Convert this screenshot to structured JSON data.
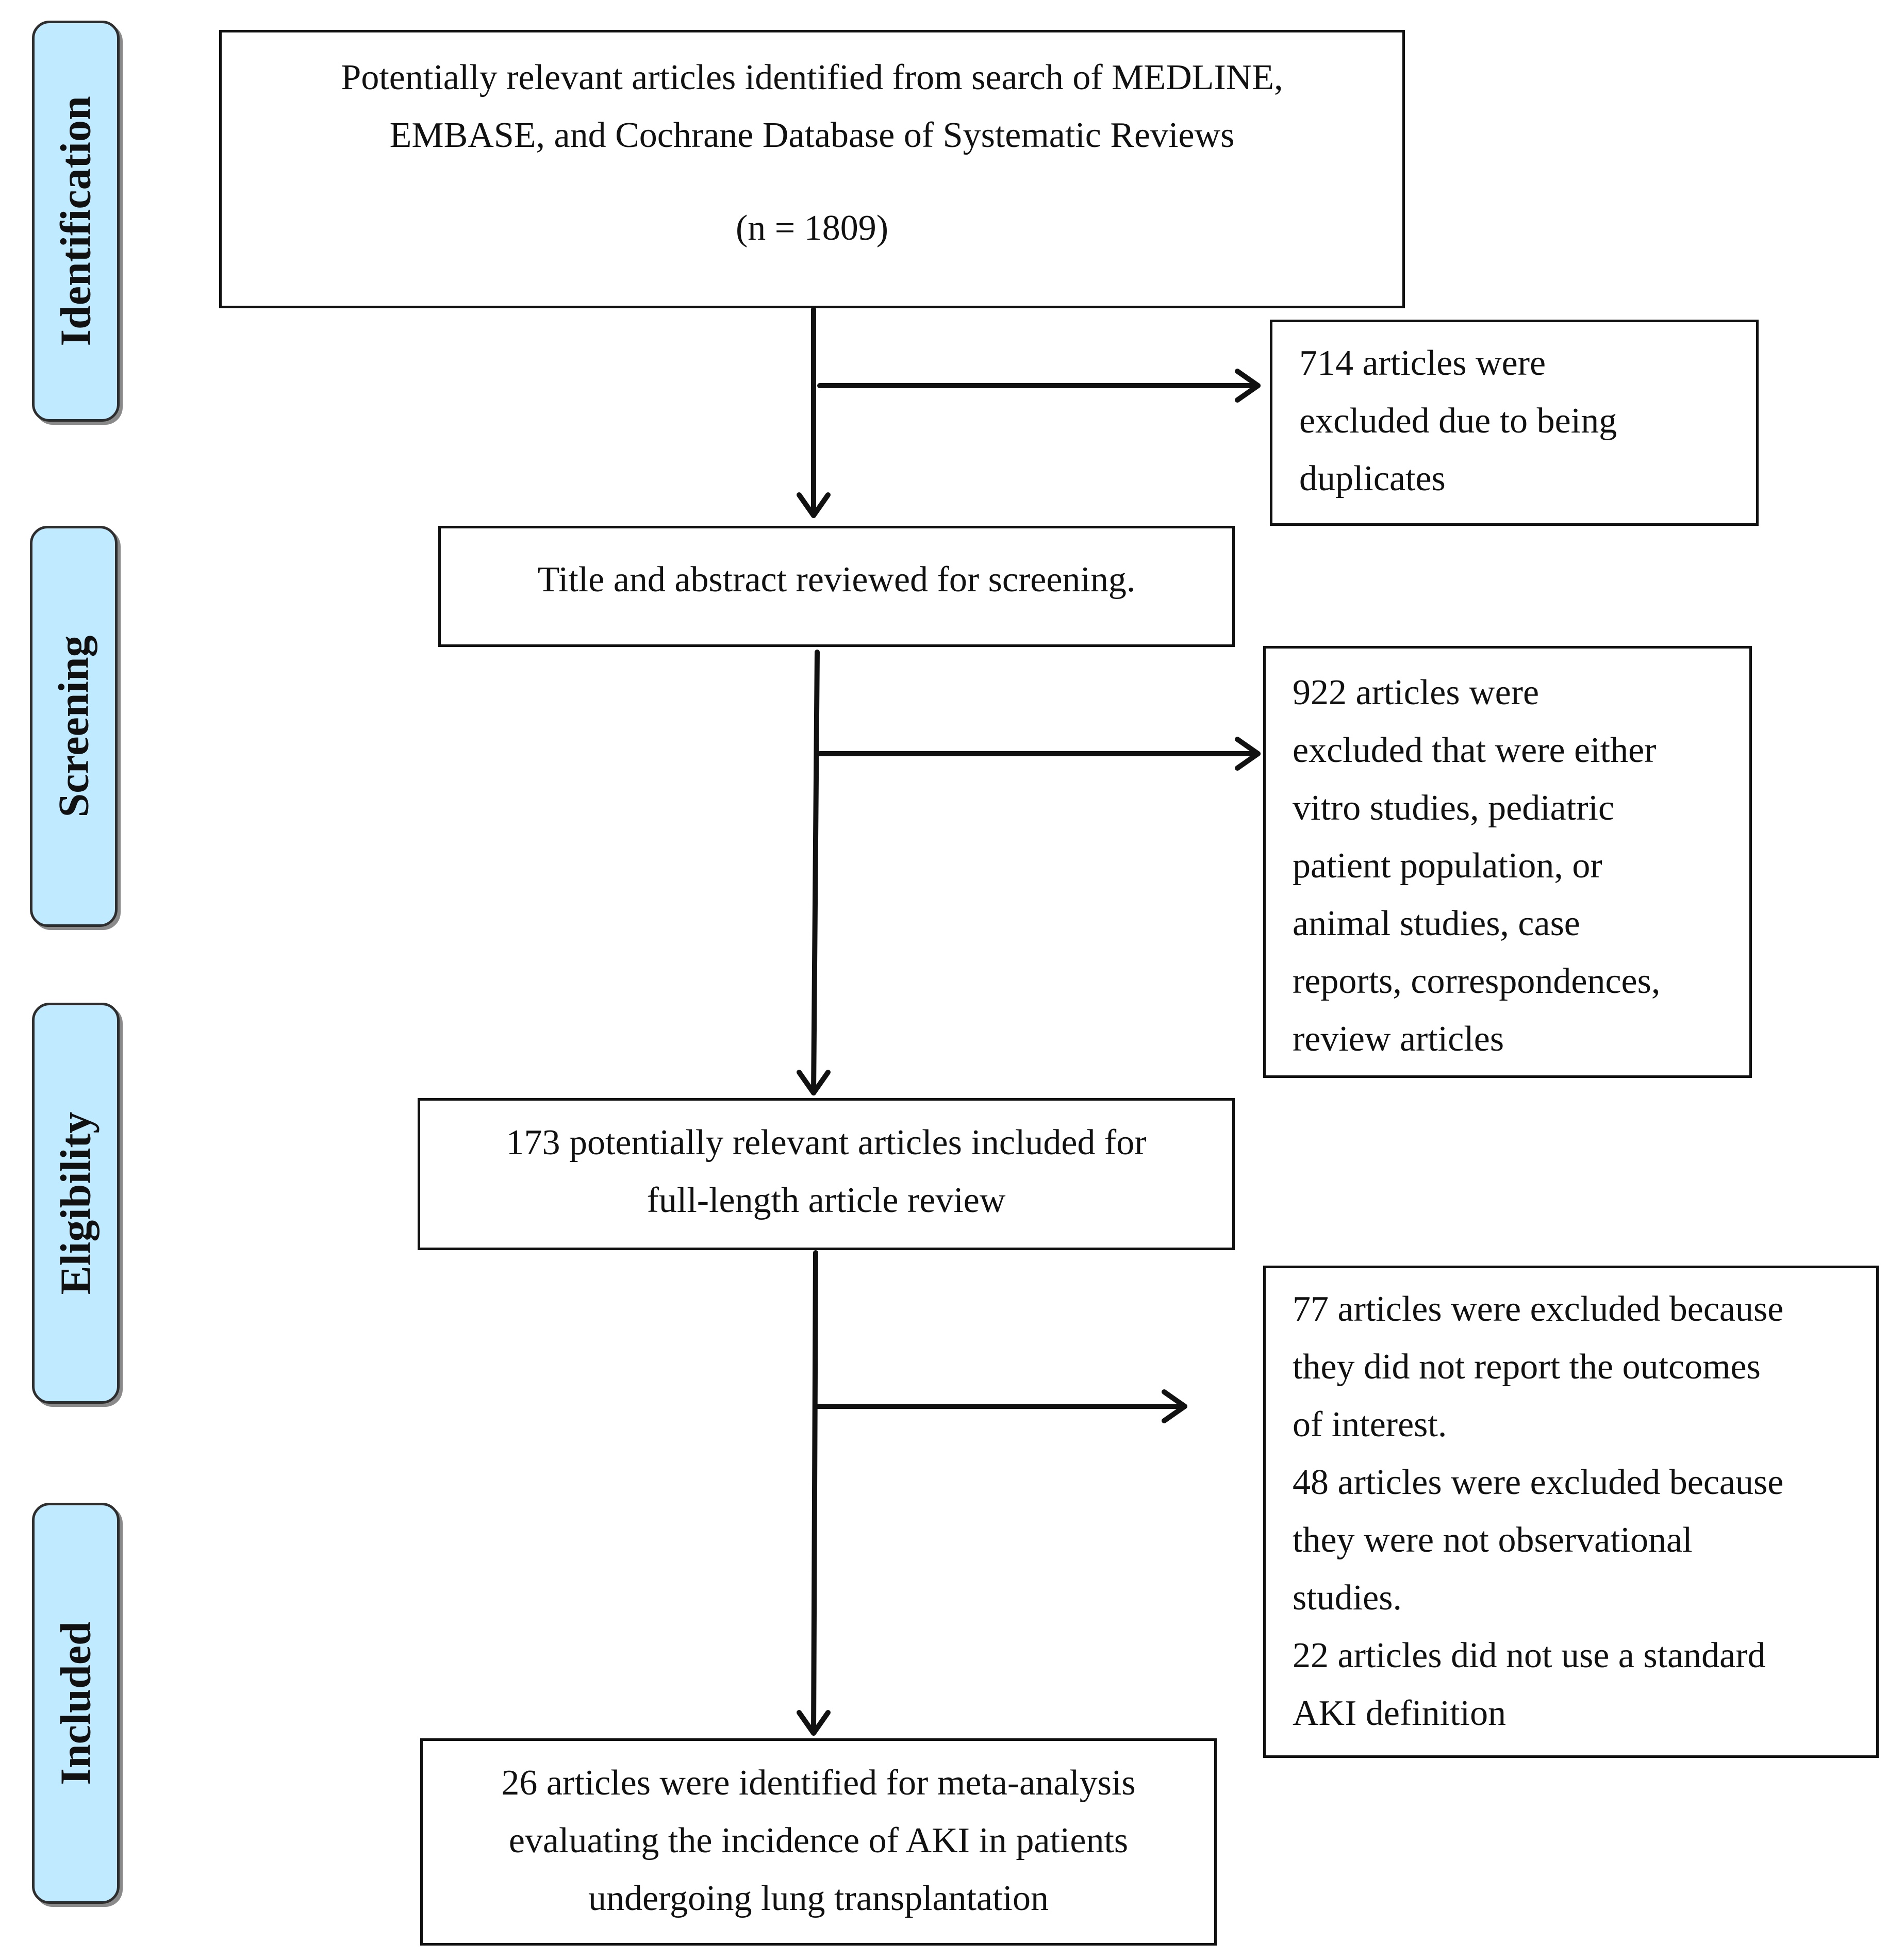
{
  "stages": {
    "identification": "Identification",
    "screening": "Screening",
    "eligibility": "Eligibility",
    "included": "Included"
  },
  "boxes": {
    "identified": {
      "lines": [
        "Potentially relevant articles identified from search of MEDLINE,",
        "EMBASE, and Cochrane Database of Systematic Reviews",
        "(n = 1809)"
      ]
    },
    "duplicates": {
      "lines": [
        "714 articles were",
        "excluded due to being",
        "duplicates"
      ]
    },
    "screening": {
      "lines": [
        "Title and abstract reviewed for screening."
      ]
    },
    "screen_excluded": {
      "lines": [
        "922 articles were",
        "excluded that were either",
        "vitro studies, pediatric",
        "patient population, or",
        "animal studies, case",
        "reports, correspondences,",
        "review articles"
      ]
    },
    "fulltext": {
      "lines": [
        "173 potentially relevant articles included for",
        "full-length article review"
      ]
    },
    "fulltext_excluded": {
      "lines": [
        "77 articles were excluded because",
        "they did not report the outcomes",
        "of interest.",
        "48 articles were excluded because",
        "they were not observational",
        "studies.",
        "22 articles did not use a standard",
        "AKI definition"
      ]
    },
    "included": {
      "lines": [
        "26 articles were identified for meta-analysis",
        "evaluating the incidence of AKI in patients",
        "undergoing lung transplantation"
      ]
    }
  }
}
